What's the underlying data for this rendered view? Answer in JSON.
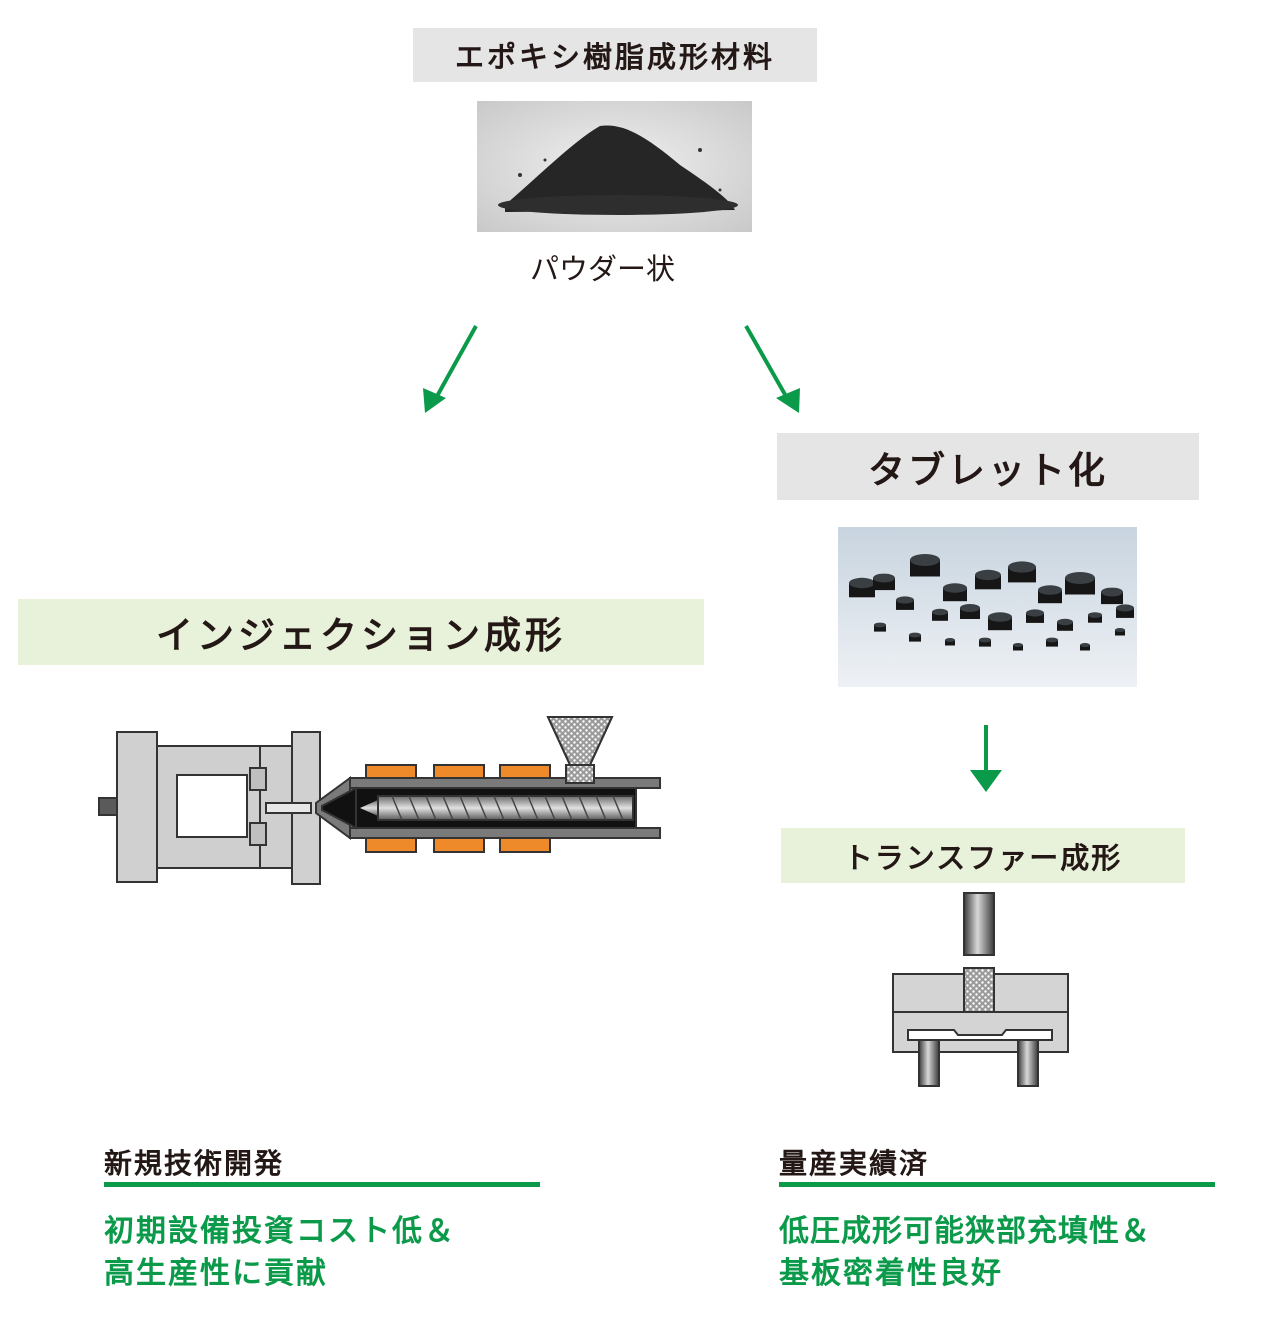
{
  "top": {
    "title": "エポキシ樹脂成形材料",
    "powder_caption": "パウダー状"
  },
  "tablet": {
    "title": "タブレット化"
  },
  "injection": {
    "title": "インジェクション成形",
    "status_label": "新規技術開発",
    "benefit_line1": "初期設備投資コスト低＆",
    "benefit_line2": "高生産性に貢献"
  },
  "transfer": {
    "title": "トランスファー成形",
    "status_label": "量産実績済",
    "benefit_line1": "低圧成形可能狭部充填性＆",
    "benefit_line2": "基板密着性良好"
  },
  "colors": {
    "accent_green": "#0a9a4a",
    "header_gray": "#e5e5e6",
    "header_green": "#e8f1d9",
    "heater_orange": "#ee8a2a"
  }
}
